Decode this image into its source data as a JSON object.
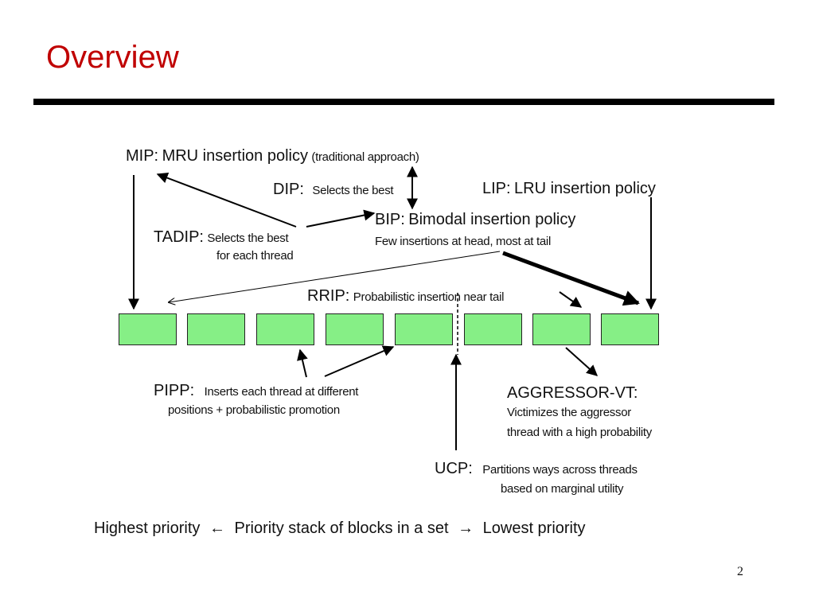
{
  "slide": {
    "title": "Overview",
    "page_number": "2"
  },
  "diagram": {
    "mip": {
      "label": "MIP:",
      "title": "MRU insertion policy",
      "note": "(traditional approach)"
    },
    "dip": {
      "label": "DIP:",
      "desc": "Selects the best"
    },
    "lip": {
      "label": "LIP:",
      "title": "LRU insertion policy"
    },
    "bip": {
      "label": "BIP:",
      "title": "Bimodal insertion policy",
      "desc": "Few insertions at head, most at tail"
    },
    "tadip": {
      "label": "TADIP:",
      "desc_line1": "Selects the best",
      "desc_line2": "for each thread"
    },
    "rrip": {
      "label": "RRIP:",
      "desc": "Probabilistic insertion near tail"
    },
    "pipp": {
      "label": "PIPP:",
      "desc_line1": "Inserts each thread at different",
      "desc_line2": "positions + probabilistic promotion"
    },
    "aggressor": {
      "label": "AGGRESSOR-VT:",
      "desc_line1": "Victimizes the aggressor",
      "desc_line2": "thread with a high probability"
    },
    "ucp": {
      "label": "UCP:",
      "desc_line1": "Partitions ways across threads",
      "desc_line2": "based on marginal utility"
    },
    "footer": {
      "left": "Highest priority",
      "left_arrow": "←",
      "middle": "Priority stack of blocks in a set",
      "right_arrow": "→",
      "right": "Lowest priority"
    },
    "block_count": 8,
    "block_color": "#86ef86"
  }
}
